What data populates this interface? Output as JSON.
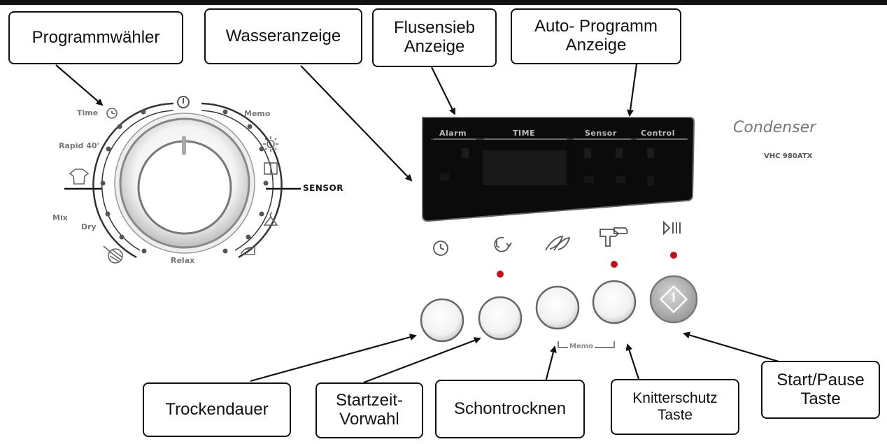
{
  "callouts": {
    "programmwaehler": "Programmwähler",
    "wasseranzeige": "Wasseranzeige",
    "flusensieb": "Flusensieb\nAnzeige",
    "auto_programm": "Auto- Programm\nAnzeige",
    "trockendauer": "Trockendauer",
    "startzeit": "Startzeit-\nVorwahl",
    "schontrocknen": "Schontrocknen",
    "knitterschutz": "Knitterschutz\nTaste",
    "start_pause": "Start/Pause\nTaste"
  },
  "dial": {
    "time": "Time",
    "rapid": "Rapid 40'",
    "mix": "Mix",
    "dry": "Dry",
    "relax": "Relax",
    "memo": "Memo",
    "sensor": "SENSOR"
  },
  "display": {
    "alarm": "Alarm",
    "time": "TIME",
    "sensor": "Sensor",
    "control": "Control"
  },
  "brand": {
    "name": "Condenser",
    "model": "VHC 980ATX"
  },
  "buttons": {
    "memo": "Memo"
  },
  "colors": {
    "led": "#c0141c",
    "display": "#0b0b0b",
    "outline": "#111111"
  },
  "icons": [
    "clock-icon",
    "delay-start-icon",
    "feather-icon",
    "shirt-iron-icon",
    "play-pause-icon",
    "shirt-icon",
    "window-icon",
    "sun-icon",
    "hanger-icon",
    "iron-icon",
    "wool-icon",
    "power-icon"
  ]
}
